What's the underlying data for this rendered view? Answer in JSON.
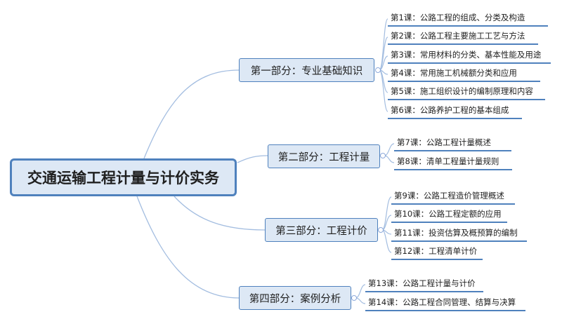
{
  "root": {
    "label": "交通运输工程计量与计价实务"
  },
  "sections": [
    {
      "label": "第一部分：专业基础知识",
      "lessons": [
        "第1课：公路工程的组成、分类及构造",
        "第2课：公路工程主要施工工艺与方法",
        "第3课：常用材料的分类、基本性能及用途",
        "第4课：常用施工机械额分类和应用",
        "第5课：施工组织设计的编制原理和内容",
        "第6课：公路养护工程的基本组成"
      ]
    },
    {
      "label": "第二部分：工程计量",
      "lessons": [
        "第7课：公路工程计量概述",
        "第8课：清单工程量计量规则"
      ]
    },
    {
      "label": "第三部分：工程计价",
      "lessons": [
        "第9课：公路工程造价管理概述",
        "第10课：公路工程定额的应用",
        "第11课：投资估算及概预算的编制",
        "第12课：工程清单计价"
      ]
    },
    {
      "label": "第四部分：案例分析",
      "lessons": [
        "第13课：公路工程计量与计价",
        "第14课：公路工程合同管理、结算与决算"
      ]
    }
  ]
}
